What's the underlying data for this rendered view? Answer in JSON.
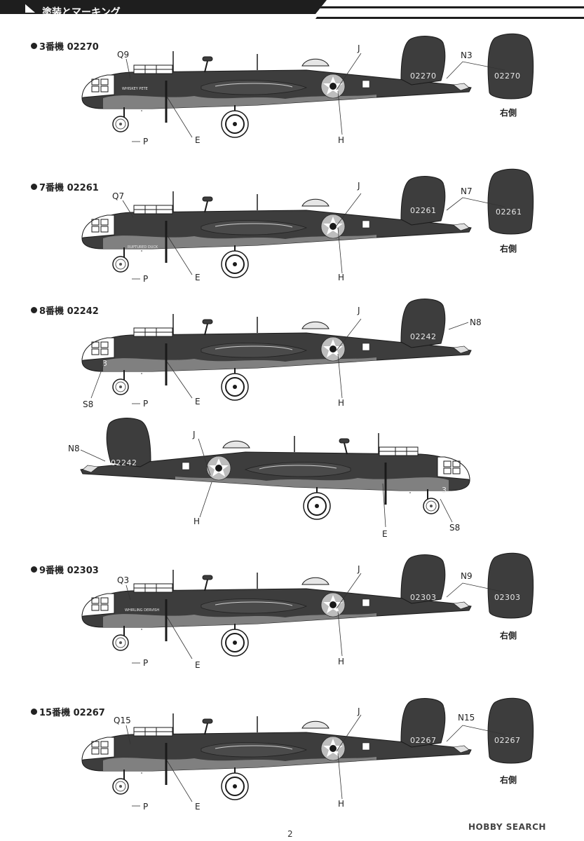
{
  "header": {
    "title": "塗装とマーキング"
  },
  "entries": [
    {
      "label": "3番機 02270",
      "serial": "02270",
      "nose_callout": "Q9",
      "tail_callout": "N3",
      "side_note": "右側",
      "nose_art": "WHISKEY PETE"
    },
    {
      "label": "7番機 02261",
      "serial": "02261",
      "nose_callout": "Q7",
      "tail_callout": "N7",
      "side_note": "右側",
      "nose_art": "RUPTURED DUCK"
    },
    {
      "label": "8番機 02242",
      "serial": "02242",
      "nose_callout": "S8",
      "tail_callout": "N8",
      "nose_number": "3"
    },
    {
      "label": "9番機 02303",
      "serial": "02303",
      "nose_callout": "Q3",
      "tail_callout": "N9",
      "side_note": "右側",
      "nose_art": "WHIRLING DERVISH"
    },
    {
      "label": "15番機 02267",
      "serial": "02267",
      "nose_callout": "Q15",
      "tail_callout": "N15",
      "side_note": "右側"
    }
  ],
  "callouts": {
    "J": "J",
    "H": "H",
    "E": "E",
    "P": "P"
  },
  "page_number": "2",
  "watermark": "HOBBY SEARCH",
  "colors": {
    "aircraft": "#3d3d3d",
    "belly": "#8c8c8c",
    "outline": "#1a1a1a",
    "header": "#1e1e1e"
  }
}
